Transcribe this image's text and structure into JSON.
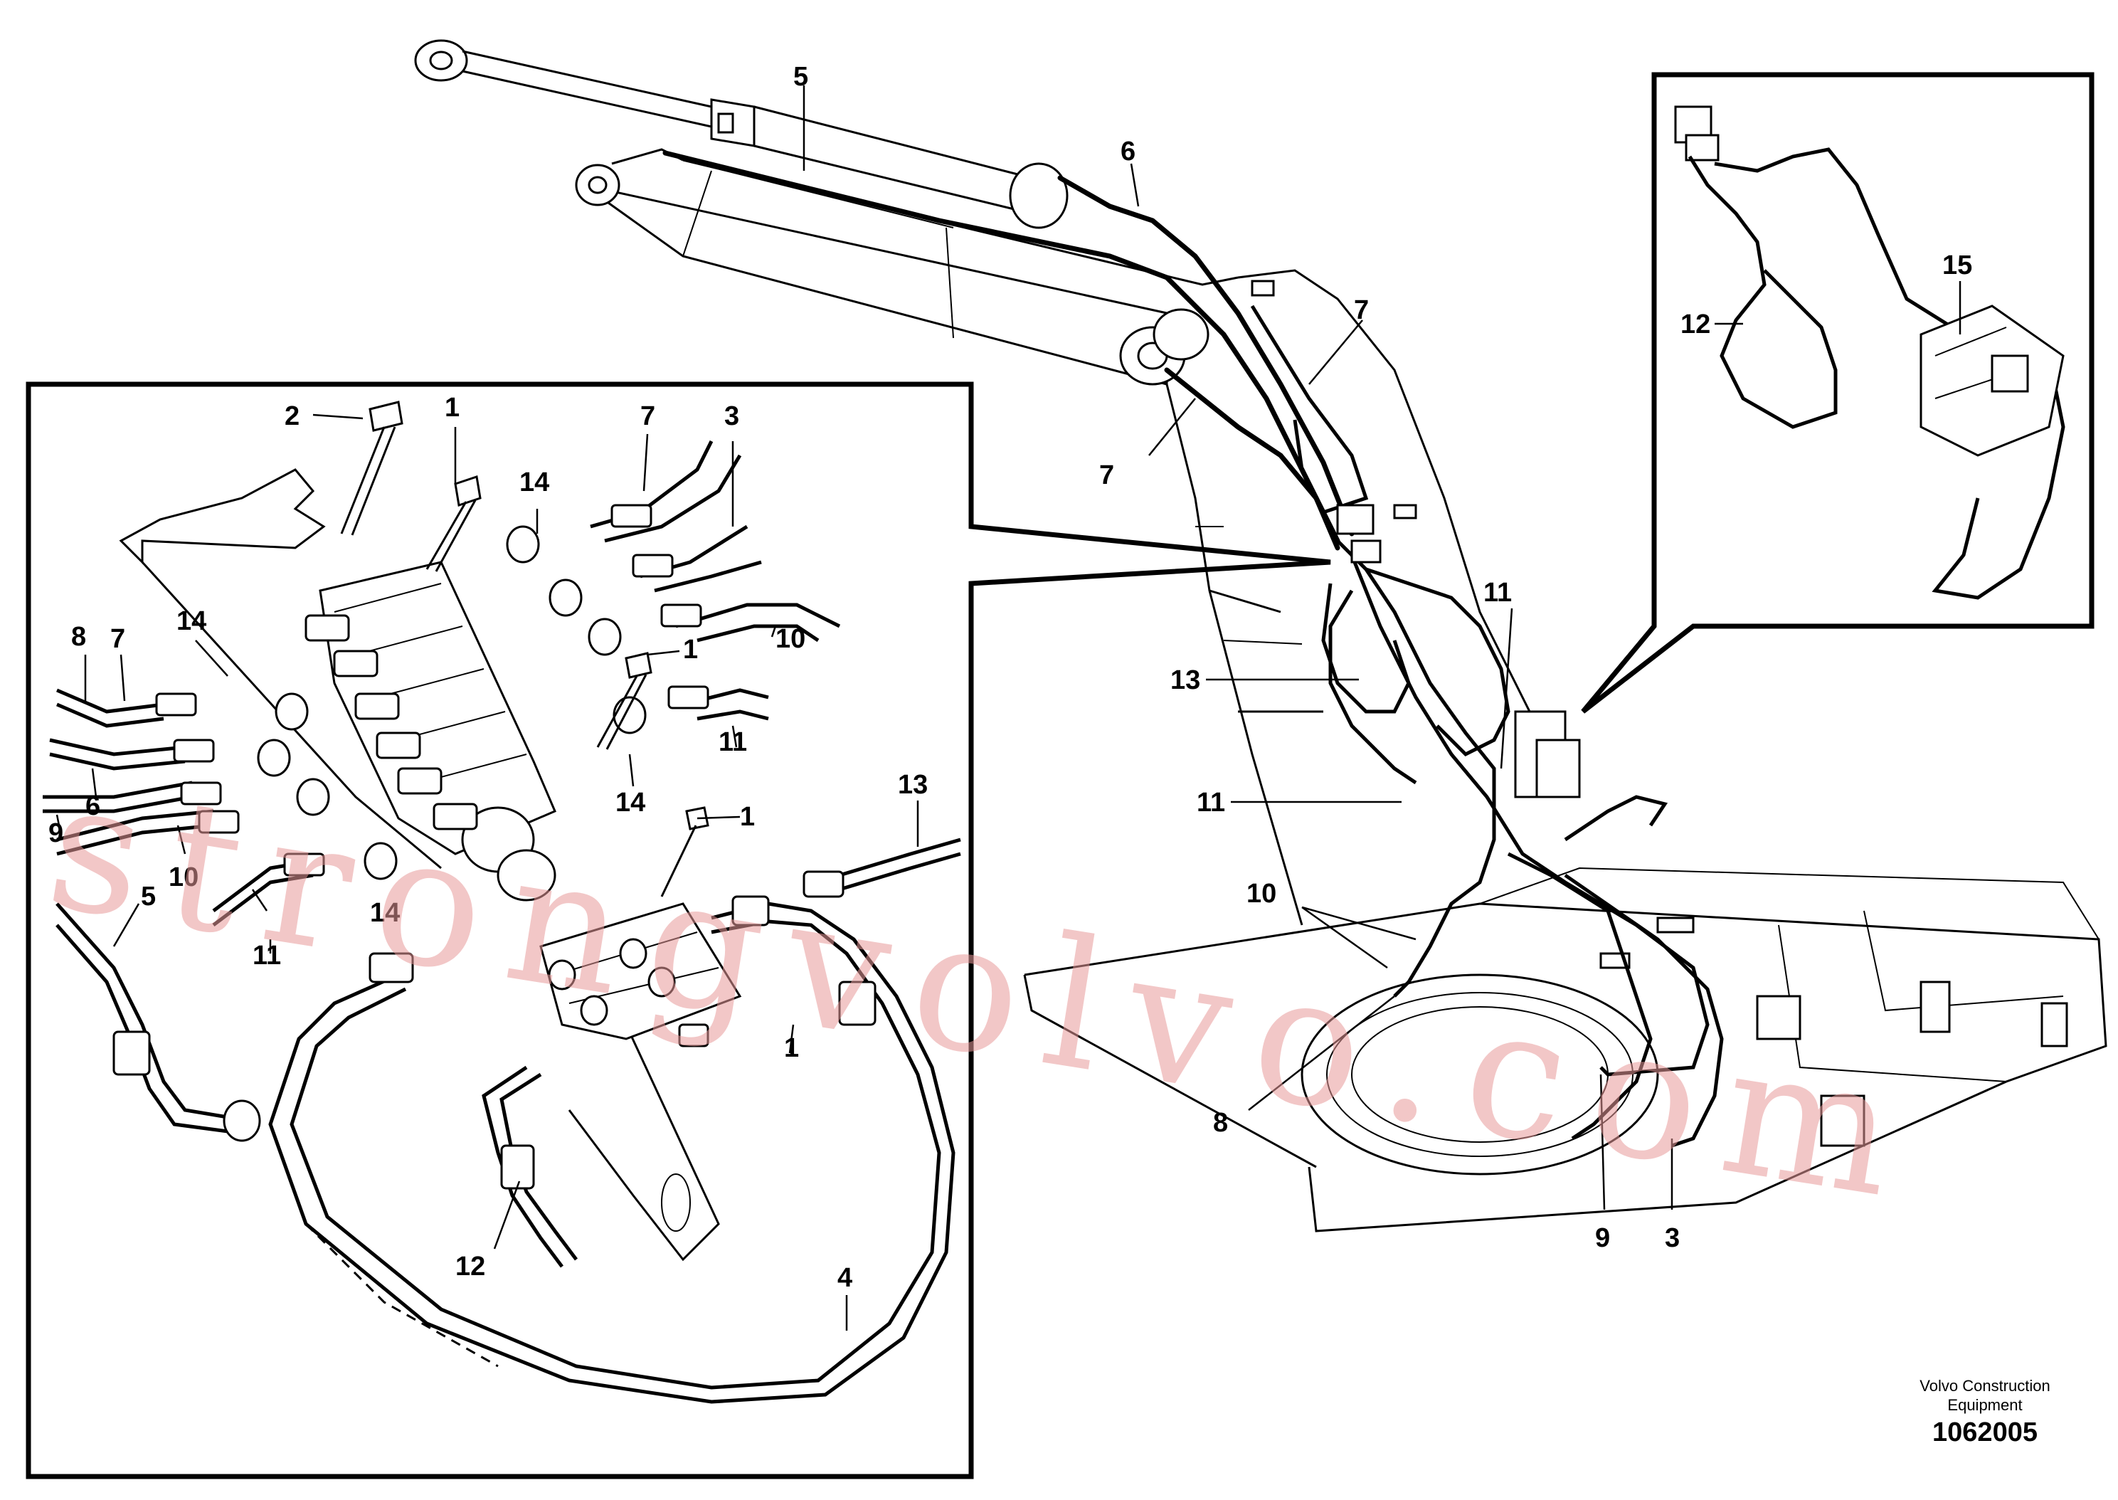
{
  "callouts_main": [
    "5",
    "6",
    "7",
    "7",
    "11",
    "13",
    "11",
    "10",
    "8",
    "9",
    "3"
  ],
  "callouts_detail": [
    "2",
    "1",
    "14",
    "7",
    "3",
    "8",
    "7",
    "14",
    "10",
    "1",
    "11",
    "6",
    "9",
    "10",
    "14",
    "13",
    "1",
    "5",
    "11",
    "14",
    "1",
    "12",
    "4"
  ],
  "callouts_inset": [
    "12",
    "15"
  ],
  "watermark": "strongvolvo.com",
  "footer": {
    "company_line1": "Volvo Construction",
    "company_line2": "Equipment",
    "drawing_number": "1062005"
  }
}
